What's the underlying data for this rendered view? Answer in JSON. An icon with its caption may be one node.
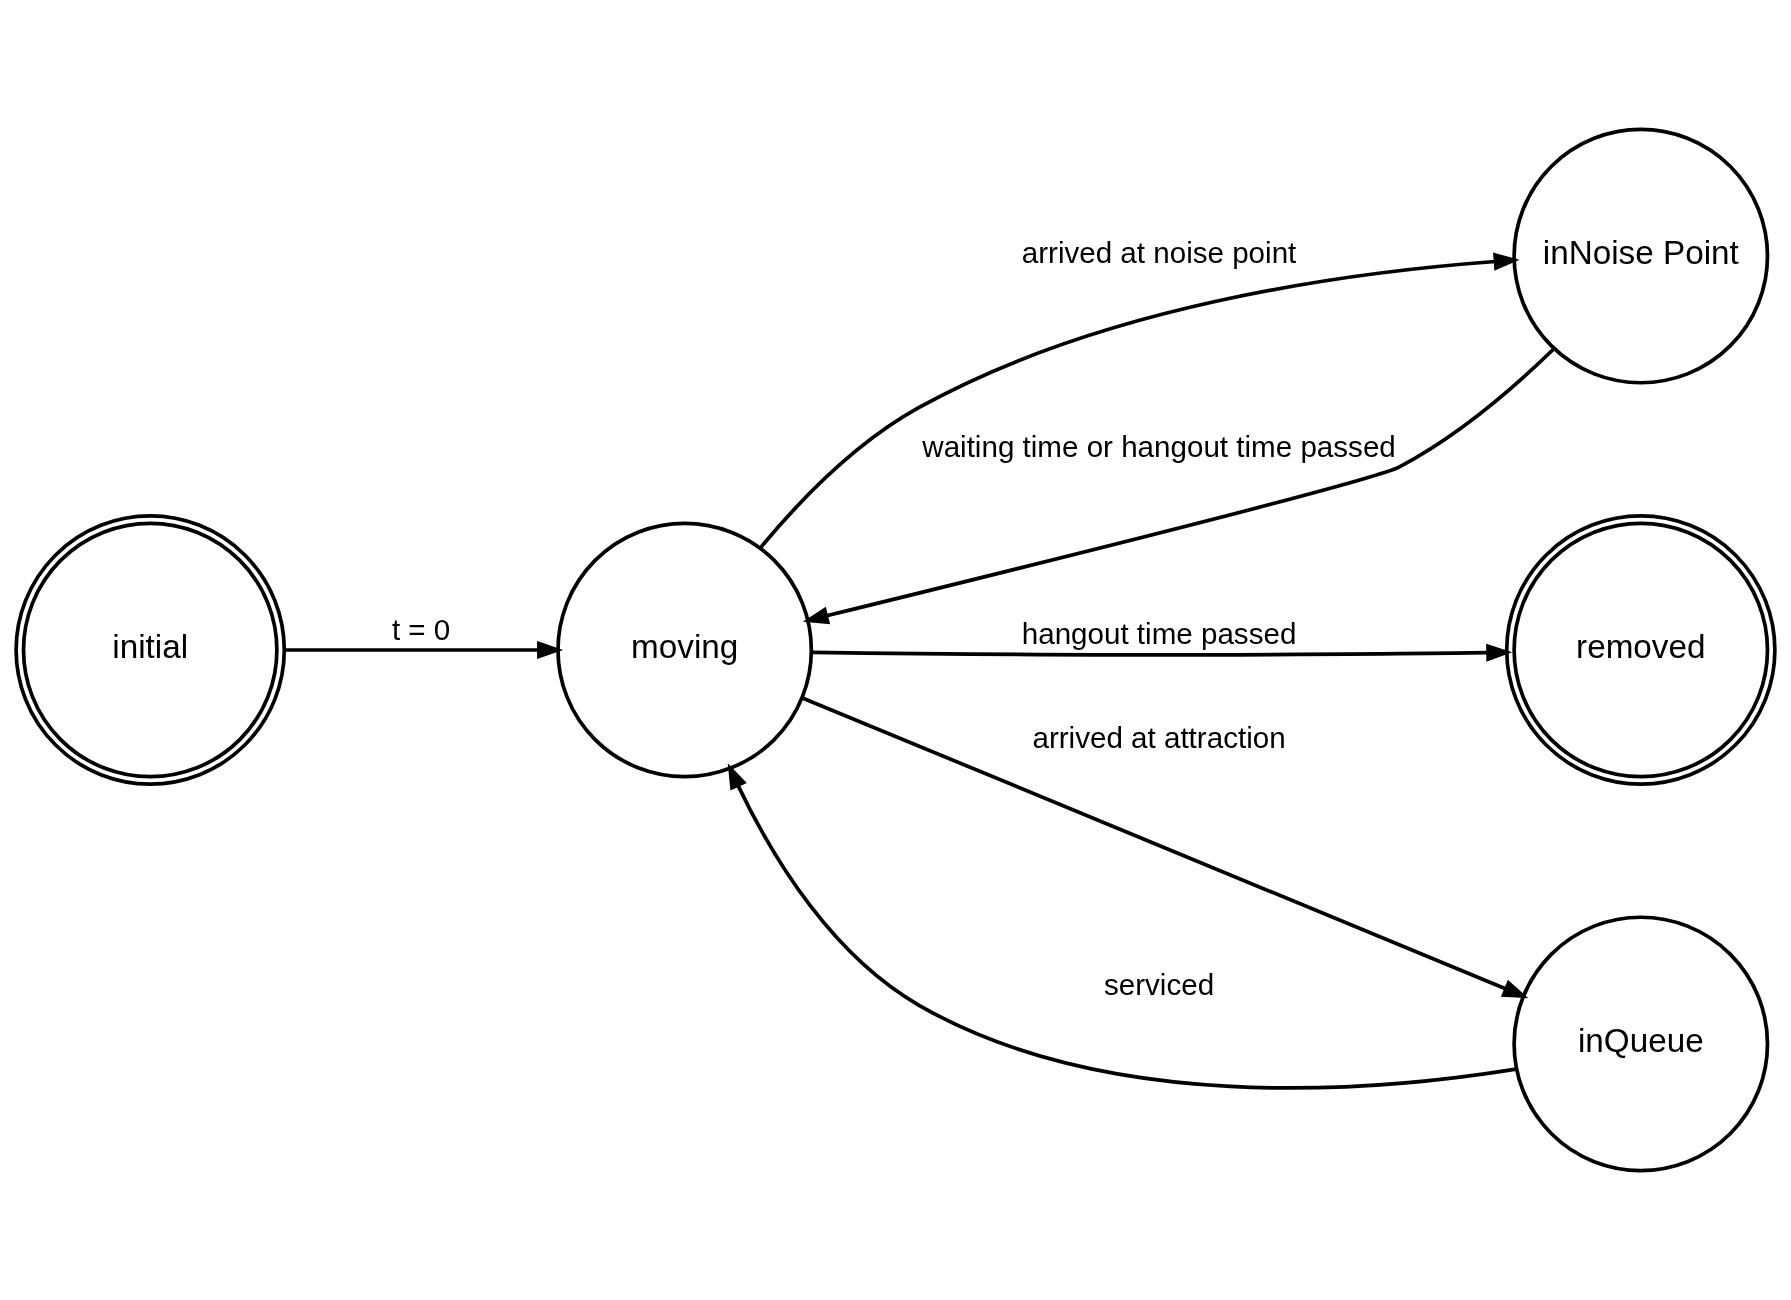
{
  "diagram": {
    "nodes": [
      {
        "text": [
          "initial"
        ]
      },
      {
        "text": [
          "moving"
        ]
      },
      {
        "text": [
          "inNoise Point"
        ]
      },
      {
        "text": [
          "removed"
        ]
      },
      {
        "text": [
          "inQueue"
        ]
      }
    ],
    "edges": [
      {
        "from": 0,
        "to": 1,
        "arrow": "to",
        "label": "t = 0"
      },
      {
        "from": 2,
        "to": 1,
        "arrow": "to",
        "label": "waiting time or hangout time passed"
      },
      {
        "from": 1,
        "to": 2,
        "arrow": "to",
        "label": "arrived at noise point"
      },
      {
        "from": 1,
        "to": 3,
        "arrow": "to",
        "label": "hangout time passed"
      },
      {
        "from": 1,
        "to": 4,
        "arrow": "to",
        "label": "arrived at attraction"
      },
      {
        "from": 4,
        "to": 1,
        "arrow": "to",
        "label": "serviced"
      }
    ]
  }
}
